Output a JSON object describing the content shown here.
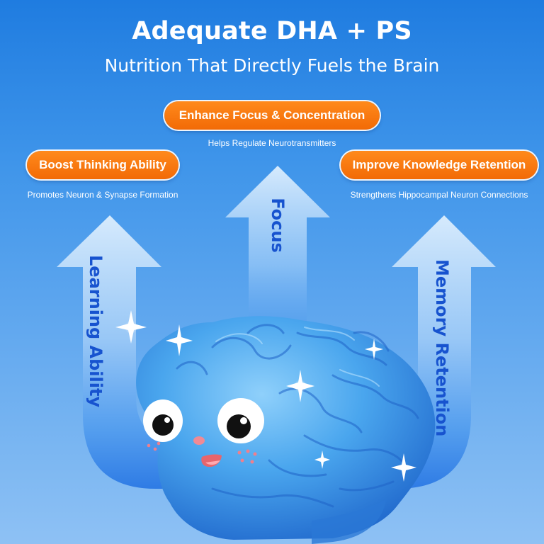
{
  "header": {
    "title": "Adequate DHA + PS",
    "subtitle": "Nutrition That Directly Fuels the Brain"
  },
  "benefits": [
    {
      "label": "Boost Thinking Ability",
      "caption": "Promotes Neuron & Synapse Formation",
      "arrow": "Learning Ability"
    },
    {
      "label": "Enhance Focus & Concentration",
      "caption": "Helps Regulate Neurotransmitters",
      "arrow": "Focus"
    },
    {
      "label": "Improve Knowledge Retention",
      "caption": "Strengthens Hippocampal Neuron Connections",
      "arrow": "Memory Retention"
    }
  ],
  "colors": {
    "background_top": "#1f7ce0",
    "pill_orange": "#f26a06",
    "arrow_label_blue": "#1753cf",
    "brain_blue": "#3d9ee8"
  },
  "illustration": {
    "icon": "cartoon-brain-mascot-icon"
  }
}
